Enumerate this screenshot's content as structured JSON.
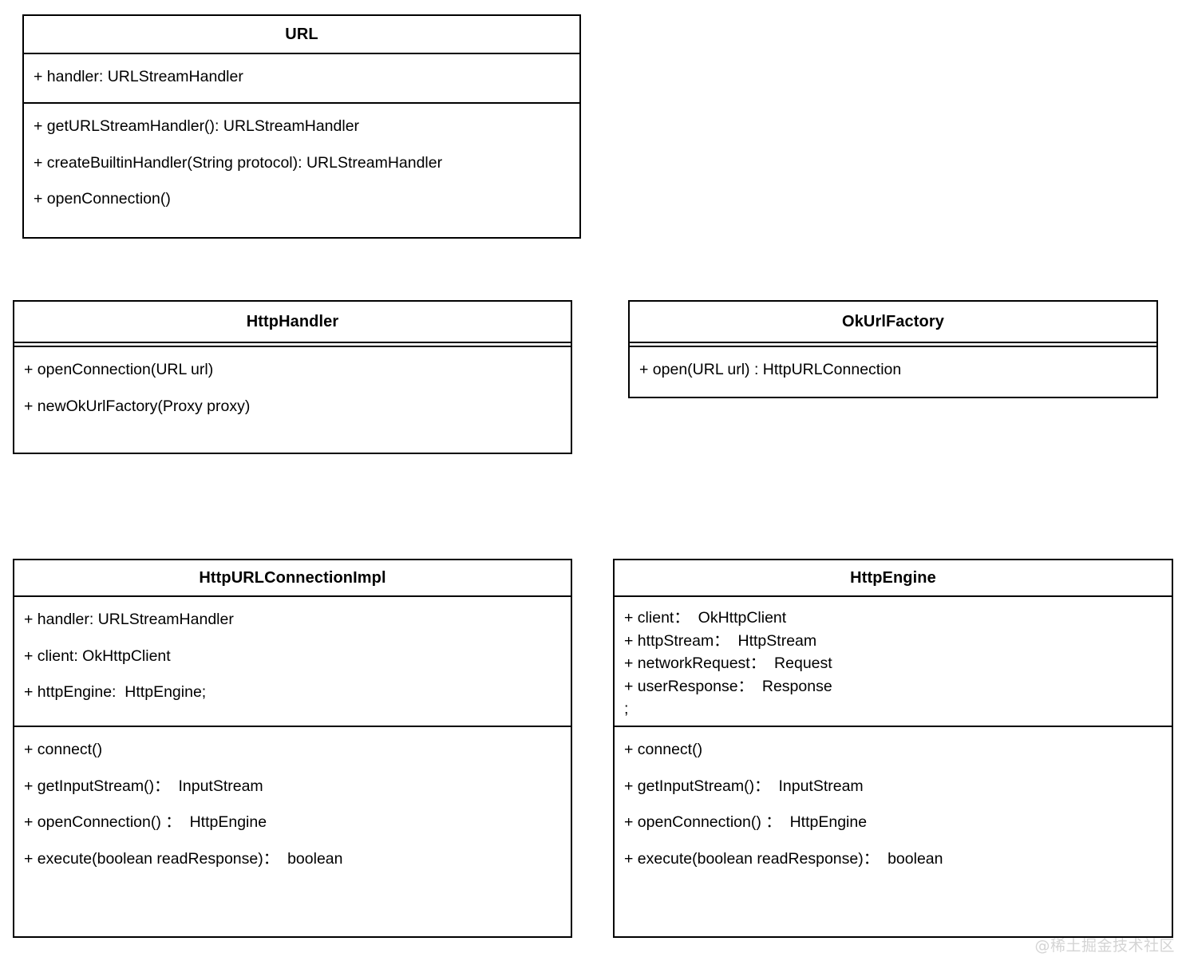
{
  "diagram": {
    "type": "uml-class-diagram",
    "background_color": "#ffffff",
    "line_color": "#000000",
    "text_color": "#000000",
    "watermark": "@稀土掘金技术社区",
    "watermark_color": "#d4d4d4",
    "classes": [
      {
        "name": "URL",
        "attributes": [
          "+ handler: URLStreamHandler"
        ],
        "methods": [
          "+ getURLStreamHandler(): URLStreamHandler",
          "+ createBuiltinHandler(String protocol): URLStreamHandler",
          "+ openConnection()"
        ]
      },
      {
        "name": "HttpHandler",
        "attributes": [],
        "methods": [
          "+ openConnection(URL url)",
          "+ newOkUrlFactory(Proxy proxy)"
        ]
      },
      {
        "name": "OkUrlFactory",
        "attributes": [],
        "methods": [
          "+ open(URL url) : HttpURLConnection"
        ]
      },
      {
        "name": "HttpURLConnectionImpl",
        "attributes": [
          "+ handler: URLStreamHandler",
          "+ client: OkHttpClient",
          "+ httpEngine:  HttpEngine;"
        ],
        "methods": [
          "+ connect()",
          "+ getInputStream()：  InputStream",
          "+ openConnection() ：  HttpEngine",
          "+ execute(boolean readResponse)：  boolean"
        ]
      },
      {
        "name": "HttpEngine",
        "attributes": [
          "+ client：  OkHttpClient",
          "+ httpStream：  HttpStream",
          "+ networkRequest：  Request",
          "+ userResponse：  Response",
          ";"
        ],
        "methods": [
          "+ connect()",
          "+ getInputStream()：  InputStream",
          "+ openConnection() ：  HttpEngine",
          "+ execute(boolean readResponse)：  boolean"
        ]
      }
    ]
  }
}
